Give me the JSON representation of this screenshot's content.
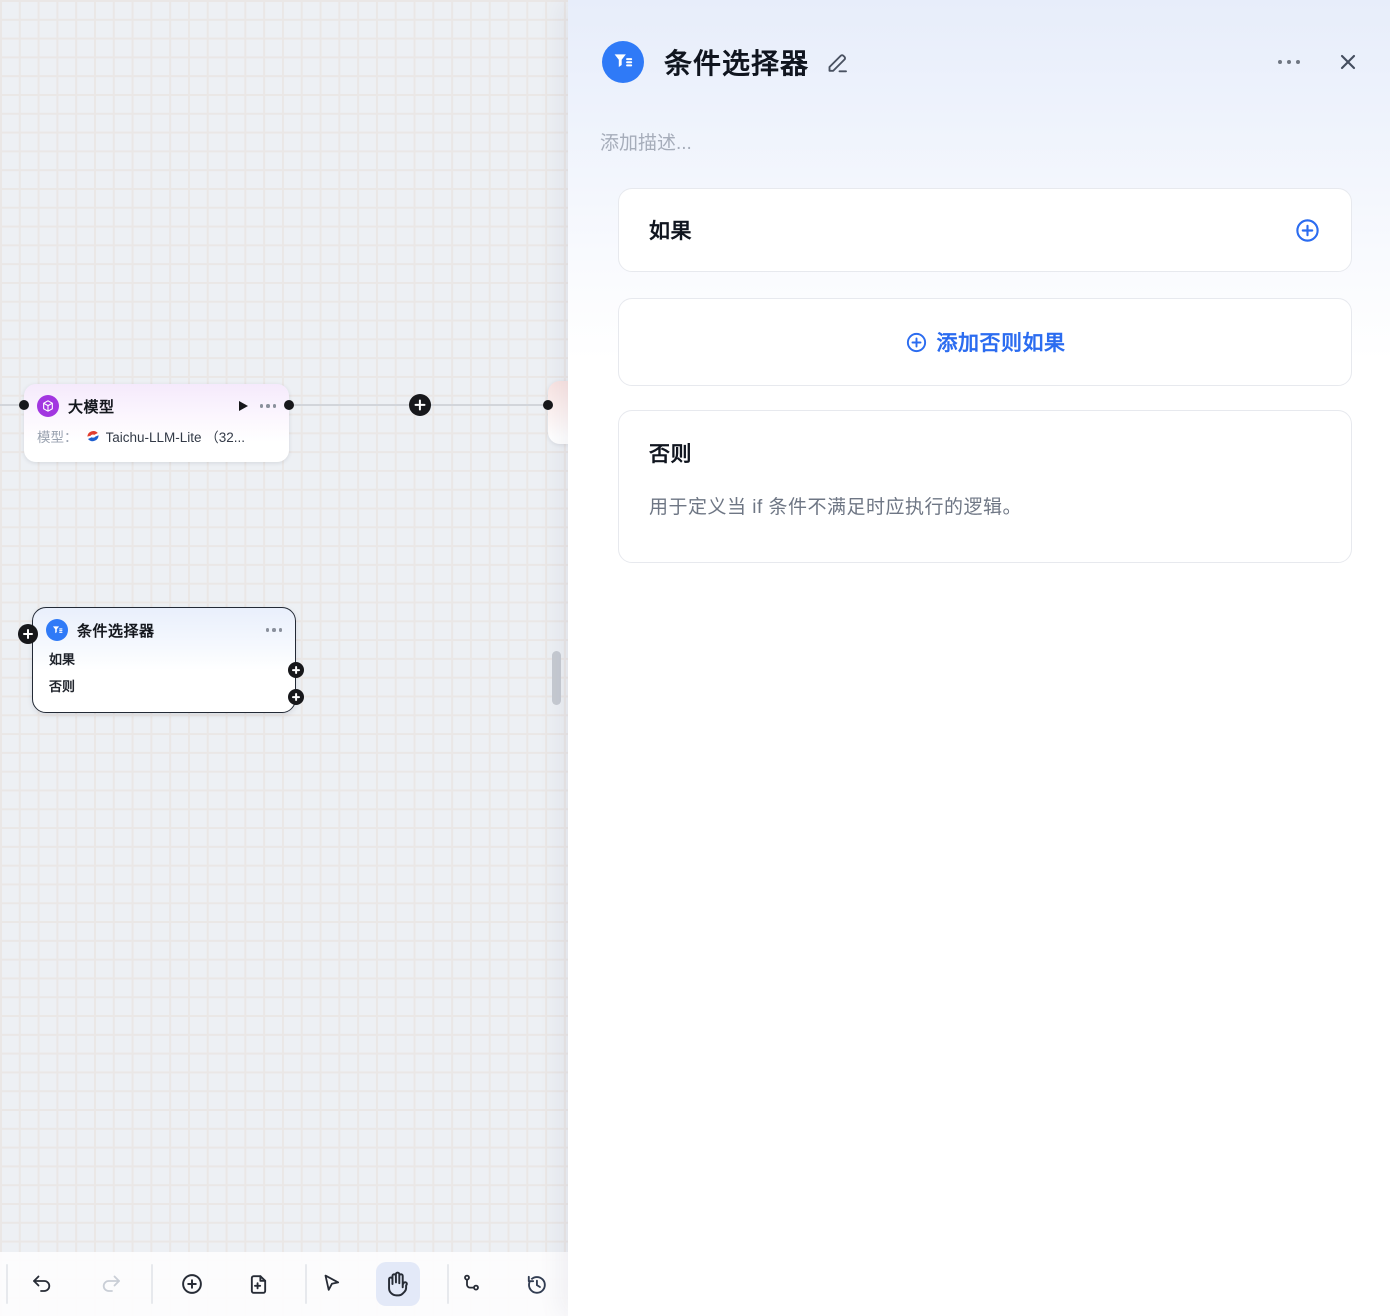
{
  "panel": {
    "title": "条件选择器",
    "description_placeholder": "添加描述...",
    "if_card": {
      "label": "如果"
    },
    "add_elif_label": "添加否则如果",
    "else_card": {
      "label": "否则",
      "description": "用于定义当 if 条件不满足时应执行的逻辑。"
    },
    "icons": {
      "header": "filter-icon",
      "edit": "pencil-icon",
      "more": "more-horizontal-icon",
      "close": "close-icon",
      "add": "plus-circle-icon"
    }
  },
  "canvas": {
    "llm_node": {
      "title": "大模型",
      "model_label": "模型：",
      "model_value": "Taichu-LLM-Lite （32...",
      "icons": {
        "badge": "cube-icon",
        "run": "play-icon",
        "more": "more-horizontal-icon",
        "model_logo": "taichu-logo"
      }
    },
    "condition_node": {
      "title": "条件选择器",
      "branch_if": "如果",
      "branch_else": "否则",
      "icons": {
        "badge": "filter-icon",
        "more": "more-horizontal-icon"
      }
    }
  },
  "toolbar": {
    "tools": [
      "undo",
      "redo",
      "add-node",
      "add-note",
      "pointer",
      "hand",
      "auto-layout",
      "history"
    ],
    "selected_tool": "hand",
    "disabled_tool": "redo"
  },
  "colors": {
    "accent_blue": "#2b6cf0",
    "node_badge_blue": "#2f7af7",
    "node_badge_purple": "#a236e0",
    "port_black": "#17181b",
    "canvas_bg": "#edf0f4"
  }
}
